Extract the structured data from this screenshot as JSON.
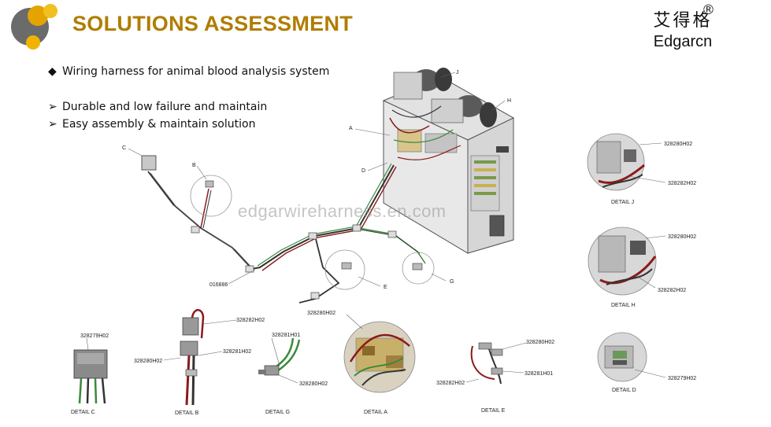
{
  "header": {
    "title": "SOLUTIONS ASSESSMENT",
    "brand_cn": "艾得格",
    "brand_en": "Edgarcn",
    "brand_reg": "®"
  },
  "bullets": [
    {
      "mark": "◆",
      "text": "Wiring harness for animal blood analysis system"
    },
    {
      "mark": "➢",
      "text": "Durable and low failure and maintain"
    },
    {
      "mark": "➢",
      "text": "Easy assembly & maintain solution"
    }
  ],
  "watermark": "edgarwireharness.en.com",
  "colors": {
    "title": "#b07d00",
    "wire_red": "#8b1a1a",
    "wire_green": "#3a8a3a",
    "wire_dark": "#333333"
  },
  "diagram": {
    "callouts": {
      "a": "A",
      "b": "B",
      "c": "C",
      "d": "D",
      "e": "E",
      "g": "G",
      "h": "H",
      "j": "J"
    },
    "main_part": "016886",
    "parts": {
      "p1": "328280H02",
      "p2": "328282H02",
      "p3": "328280H02",
      "p4": "328282H02",
      "p5": "328279H02",
      "p6": "328282H02",
      "p7": "328281H02",
      "p8": "328280H02",
      "p9": "328281H01",
      "p10": "328280H02",
      "p11": "328280H02",
      "p12": "328280H02",
      "p13": "328281H01",
      "p14": "328282H02",
      "p15": "328279H02"
    },
    "details": {
      "j": "DETAIL J",
      "h": "DETAIL H",
      "c": "DETAIL C",
      "b": "DETAIL B",
      "g": "DETAIL G",
      "a": "DETAIL A",
      "e": "DETAIL E",
      "d": "DETAIL D"
    }
  }
}
